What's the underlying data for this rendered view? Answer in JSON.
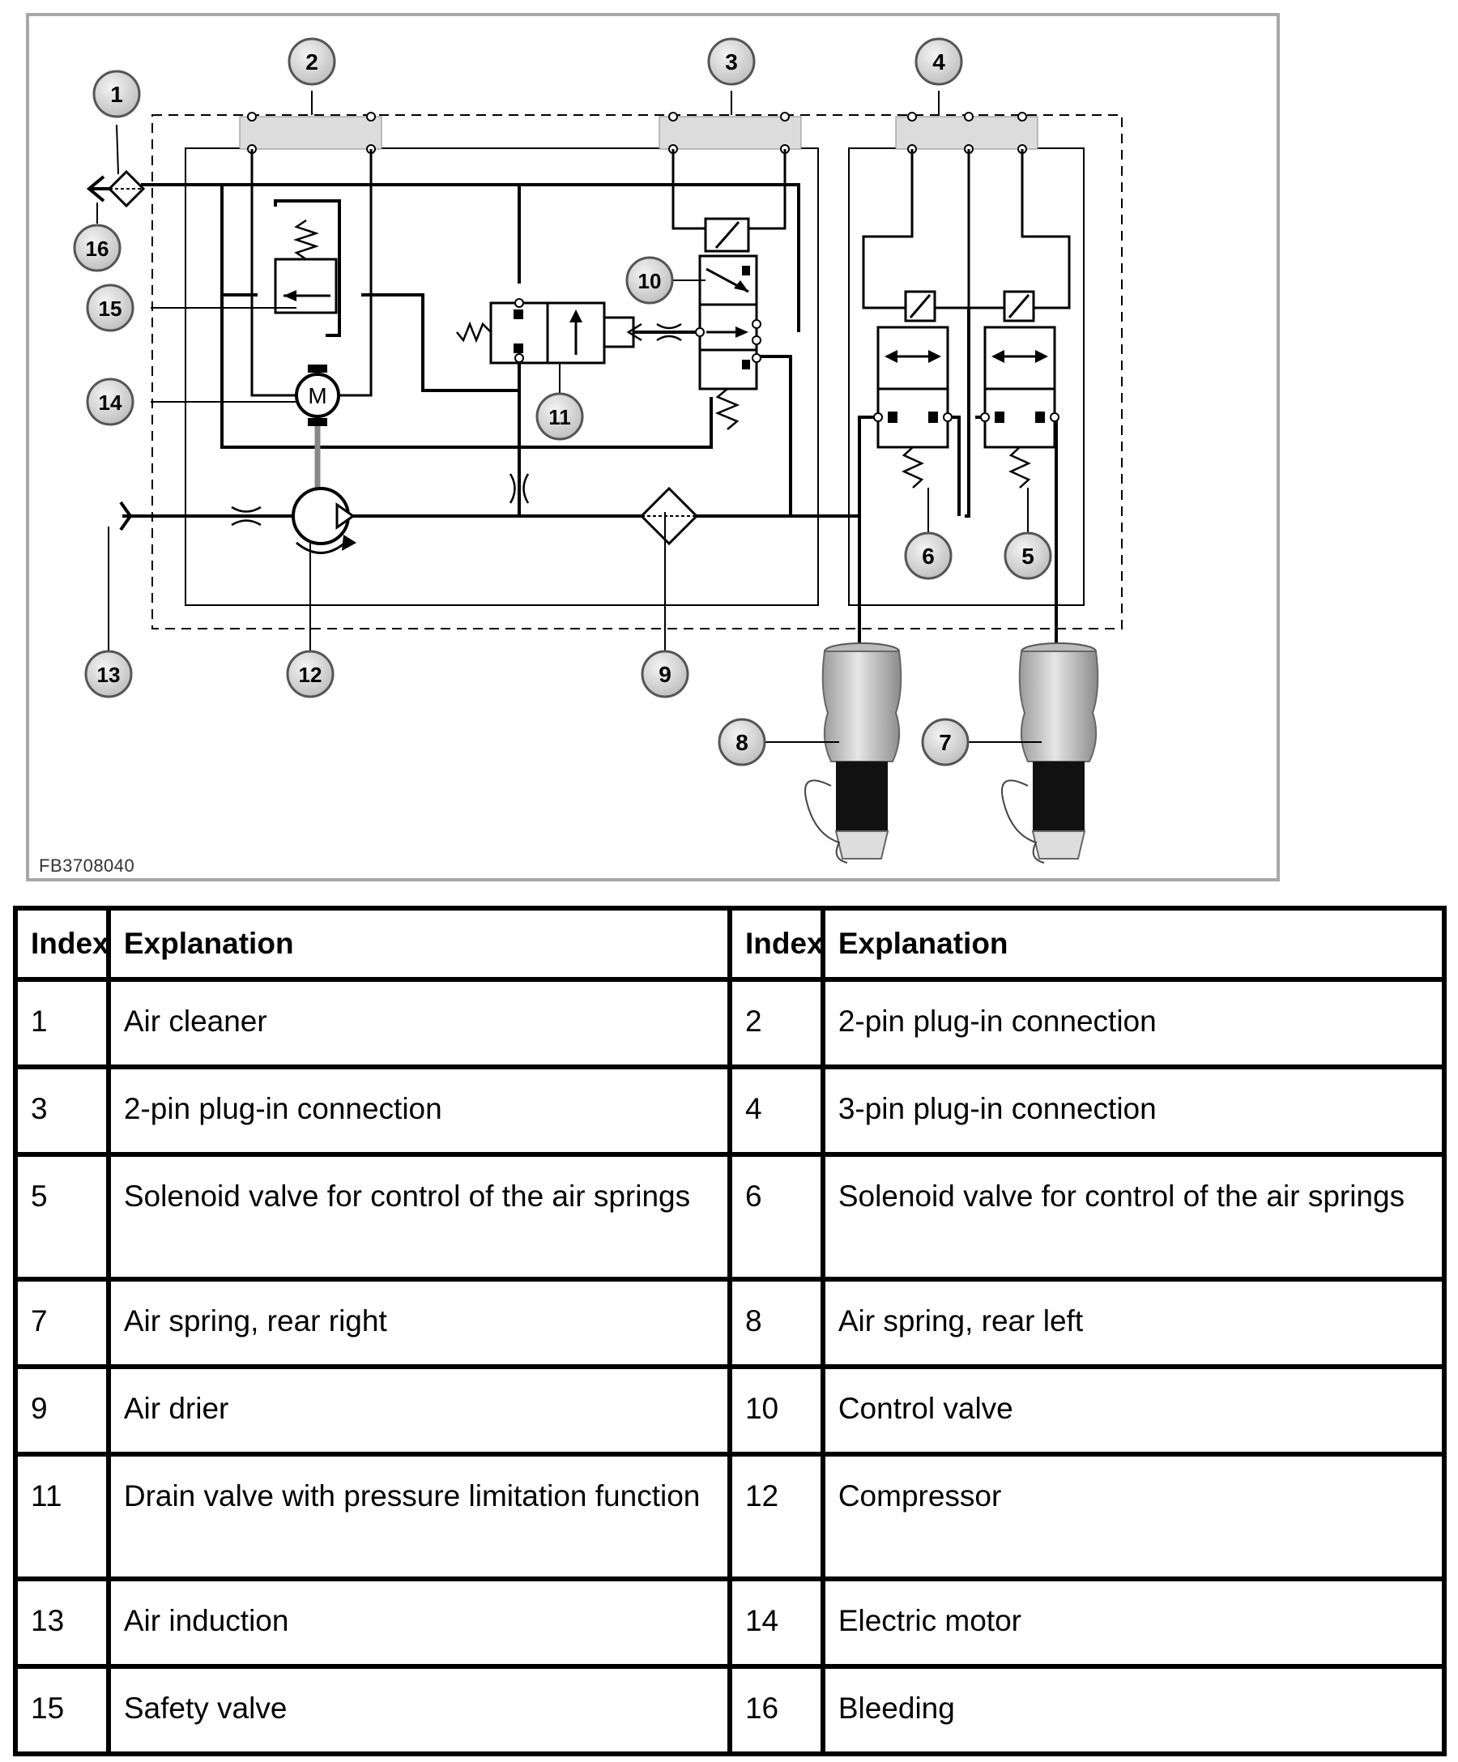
{
  "figure": {
    "code": "FB3708040",
    "callouts": [
      "1",
      "2",
      "3",
      "4",
      "5",
      "6",
      "7",
      "8",
      "9",
      "10",
      "11",
      "12",
      "13",
      "14",
      "15",
      "16"
    ],
    "motor_label": "M",
    "colors": {
      "frame": "#a8a8a8",
      "callout_fill": "#d9d9d9",
      "line": "#000000",
      "connector": "#dcdcdc"
    }
  },
  "legend": {
    "headers": [
      "Index",
      "Explanation",
      "Index",
      "Explanation"
    ],
    "rows": [
      {
        "i1": "1",
        "e1": "Air cleaner",
        "i2": "2",
        "e2": "2-pin plug-in connection"
      },
      {
        "i1": "3",
        "e1": "2-pin plug-in connection",
        "i2": "4",
        "e2": "3-pin plug-in connection"
      },
      {
        "i1": "5",
        "e1": "Solenoid valve for control of the air springs",
        "i2": "6",
        "e2": "Solenoid valve for control of the air springs"
      },
      {
        "i1": "7",
        "e1": "Air spring, rear right",
        "i2": "8",
        "e2": "Air spring, rear left"
      },
      {
        "i1": "9",
        "e1": "Air drier",
        "i2": "10",
        "e2": "Control valve"
      },
      {
        "i1": "11",
        "e1": "Drain valve with pressure limitation function",
        "i2": "12",
        "e2": "Compressor"
      },
      {
        "i1": "13",
        "e1": "Air induction",
        "i2": "14",
        "e2": "Electric motor"
      },
      {
        "i1": "15",
        "e1": "Safety valve",
        "i2": "16",
        "e2": "Bleeding"
      }
    ]
  }
}
